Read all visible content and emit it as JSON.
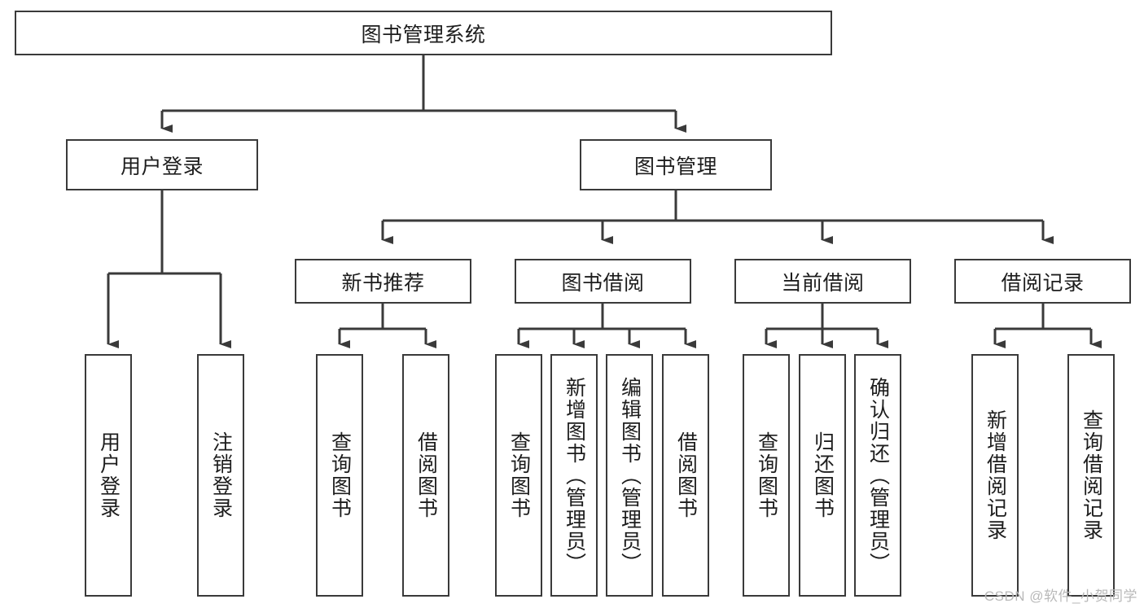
{
  "diagram": {
    "type": "tree",
    "title": "图书管理系统",
    "root": {
      "label": "图书管理系统"
    },
    "level2": [
      {
        "label": "用户登录"
      },
      {
        "label": "图书管理"
      }
    ],
    "level3": [
      {
        "label": "新书推荐"
      },
      {
        "label": "图书借阅"
      },
      {
        "label": "当前借阅"
      },
      {
        "label": "借阅记录"
      }
    ],
    "leaves": {
      "user_login": [
        {
          "label": "用户登录"
        },
        {
          "label": "注销登录"
        }
      ],
      "new_book_recommend": [
        {
          "label": "查询图书"
        },
        {
          "label": "借阅图书"
        }
      ],
      "book_borrow": [
        {
          "label": "查询图书"
        },
        {
          "label": "新增图书（管理员）"
        },
        {
          "label": "编辑图书（管理员）"
        },
        {
          "label": "借阅图书"
        }
      ],
      "current_borrow": [
        {
          "label": "查询图书"
        },
        {
          "label": "归还图书"
        },
        {
          "label": "确认归还（管理员）"
        }
      ],
      "borrow_record": [
        {
          "label": "新增借阅记录"
        },
        {
          "label": "查询借阅记录"
        }
      ]
    },
    "watermark": "CSDN @软件_小贺同学",
    "colors": {
      "box_border": "#3a3a3a",
      "line": "#3a3a3a",
      "text": "#1d1d1d",
      "background": "#ffffff",
      "watermark": "#b9b9b9"
    }
  }
}
